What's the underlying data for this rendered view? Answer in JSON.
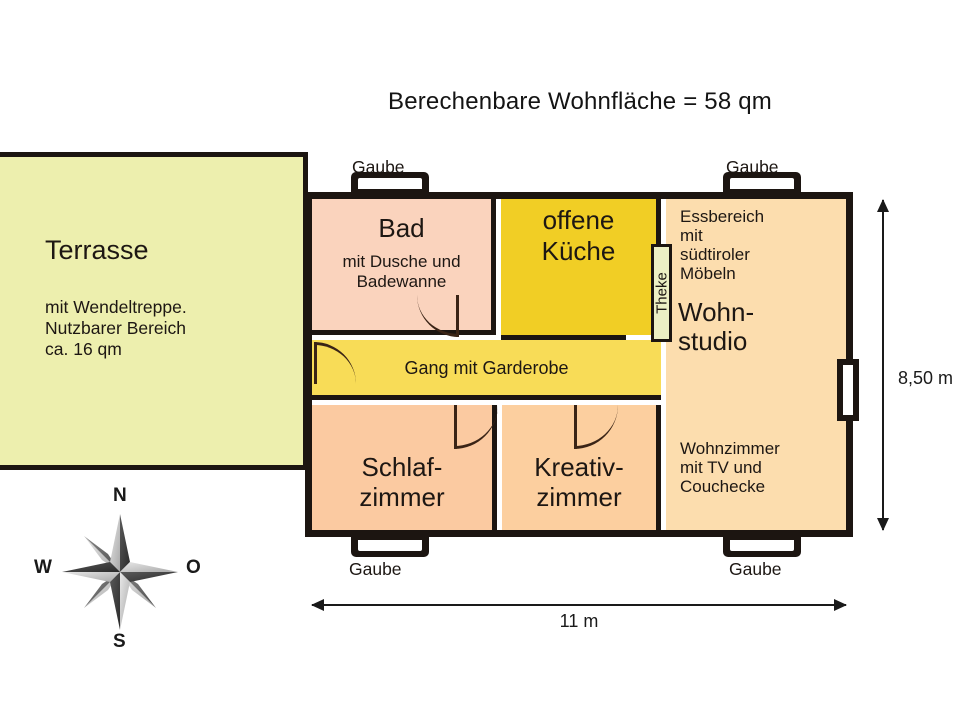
{
  "title": "Berechenbare Wohnfläche = 58 qm",
  "terrasse": {
    "name": "Terrasse",
    "description": "mit Wendeltreppe.\nNutzbarer Bereich\nca. 16 qm",
    "color": "#EDEFAE"
  },
  "rooms": [
    {
      "key": "bad",
      "name": "Bad",
      "description": "mit Dusche und\nBadewanne",
      "color": "#FAD3BD"
    },
    {
      "key": "kueche",
      "name": "offene\nKüche",
      "description": "",
      "color": "#F1CE25"
    },
    {
      "key": "wohnstudio",
      "name": "Wohn-\nstudio",
      "top_note": "Essbereich\nmit\nsüdtiroler\nMöbeln",
      "bottom_note": "Wohnzimmer\nmit TV und\nCouchecke",
      "color": "#FCDDAE"
    },
    {
      "key": "gang",
      "name": "Gang mit Garderobe",
      "description": "",
      "color": "#F8DC57"
    },
    {
      "key": "schlafzimmer",
      "name": "Schlaf-\nzimmer",
      "description": "",
      "color": "#FBCAA1"
    },
    {
      "key": "kreativzimmer",
      "name": "Kreativ-\nzimmer",
      "description": "",
      "color": "#FCCF9F"
    }
  ],
  "theke": {
    "label": "Theke",
    "color": "#ECEFC4"
  },
  "dormers": [
    {
      "key": "top-left",
      "label": "Gaube"
    },
    {
      "key": "top-right",
      "label": "Gaube"
    },
    {
      "key": "bottom-left",
      "label": "Gaube"
    },
    {
      "key": "bottom-right",
      "label": "Gaube"
    }
  ],
  "dimensions": {
    "width": "11 m",
    "height": "8,50 m"
  },
  "compass": {
    "north": "N",
    "south": "S",
    "west": "W",
    "east": "O"
  },
  "colors": {
    "wall": "#1c1511",
    "background": "#ffffff",
    "text": "#1d1713"
  }
}
